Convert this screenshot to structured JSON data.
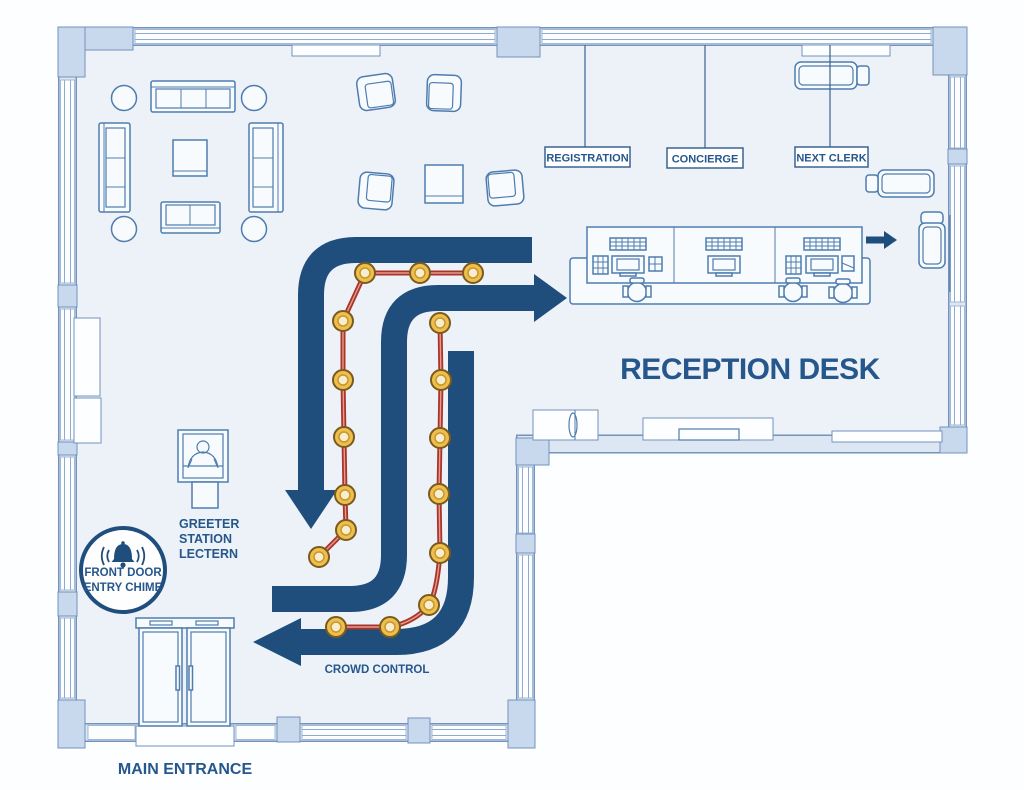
{
  "diagram": {
    "type": "floor-plan",
    "area_label": "RECEPTION DESK"
  },
  "desk": {
    "label": "RECEPTION DESK",
    "stations": [
      {
        "label": "REGISTRATION"
      },
      {
        "label": "CONCIERGE"
      },
      {
        "label": "NEXT CLERK"
      }
    ]
  },
  "greeter_station": {
    "lines": [
      "GREETER",
      "STATION",
      "LECTERN"
    ]
  },
  "entry_chime": {
    "icon": "bell-icon",
    "lines": [
      "FRONT DOOR",
      "ENTRY CHIME"
    ]
  },
  "queue": {
    "label": "CROWD CONTROL",
    "stanchion_count": 17
  },
  "entrance": {
    "label": "MAIN ENTRANCE"
  },
  "colors": {
    "flow_arrow": "#1f4e7d",
    "text_navy": "#26578c",
    "wall_line": "#7493bc",
    "wall_fill": "#dde7f4",
    "pier_fill": "#c9d9ed",
    "floor": "#edf2f9",
    "rope_red": "#a93528",
    "stanchion_gold": "#eebf4d"
  }
}
